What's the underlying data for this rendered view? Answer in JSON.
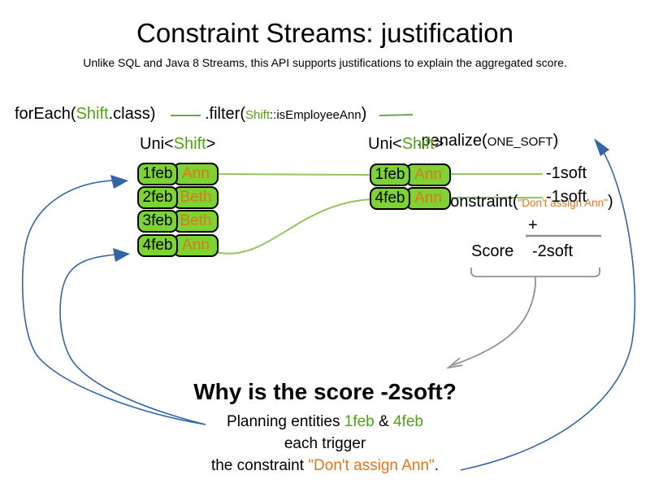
{
  "slide": {
    "title": "Constraint Streams: justification",
    "subtitle": "Unlike SQL and Java 8 Streams, this API supports justifications to explain the aggregated score."
  },
  "code": {
    "foreach": {
      "fn": "forEach(",
      "arg": "Shift",
      "rest": ".class",
      "close": ")"
    },
    "filter": {
      "fn": ".filter(",
      "arg_type": "Shift",
      "arg_rest": "::isEmployeeAnn",
      "close": ")"
    },
    "penalize": {
      "fn": ".penalize(",
      "arg": "ONE_SOFT",
      "close": ")"
    },
    "asconstraint": {
      "fn": ".asConstraint(",
      "arg": "\"Don't assign Ann\"",
      "close": ")"
    }
  },
  "streams": {
    "left": {
      "label_pre": "Uni<",
      "label_type": "Shift",
      "label_post": ">",
      "rows": [
        {
          "date": "1feb",
          "name": "Ann"
        },
        {
          "date": "2feb",
          "name": "Beth"
        },
        {
          "date": "3feb",
          "name": "Beth"
        },
        {
          "date": "4feb",
          "name": "Ann"
        }
      ]
    },
    "right": {
      "label_pre": "Uni<",
      "label_type": "Shift",
      "label_post": ">",
      "rows": [
        {
          "date": "1feb",
          "name": "Ann"
        },
        {
          "date": "4feb",
          "name": "Ann"
        }
      ]
    }
  },
  "scores": {
    "penalties": [
      "-1soft",
      "-1soft"
    ],
    "plus": "+",
    "score_label": "Score",
    "total": "-2soft"
  },
  "explanation": {
    "heading": "Why is the score -2soft?",
    "line1_pre": "Planning entities ",
    "line1_entity1": "1feb",
    "line1_amp": " & ",
    "line1_entity2": "4feb",
    "line2": "each trigger",
    "line3_pre": "the constraint ",
    "line3_constraint": "\"Don't assign Ann\"",
    "line3_post": "."
  },
  "colors": {
    "green_fill": "#7cd332",
    "green_text": "#52a117",
    "green_line": "#69a84f",
    "green_line_light": "#93c45d",
    "orange_text": "#e0751c",
    "blue_arrow": "#3465a4",
    "gray_line": "#909090"
  }
}
